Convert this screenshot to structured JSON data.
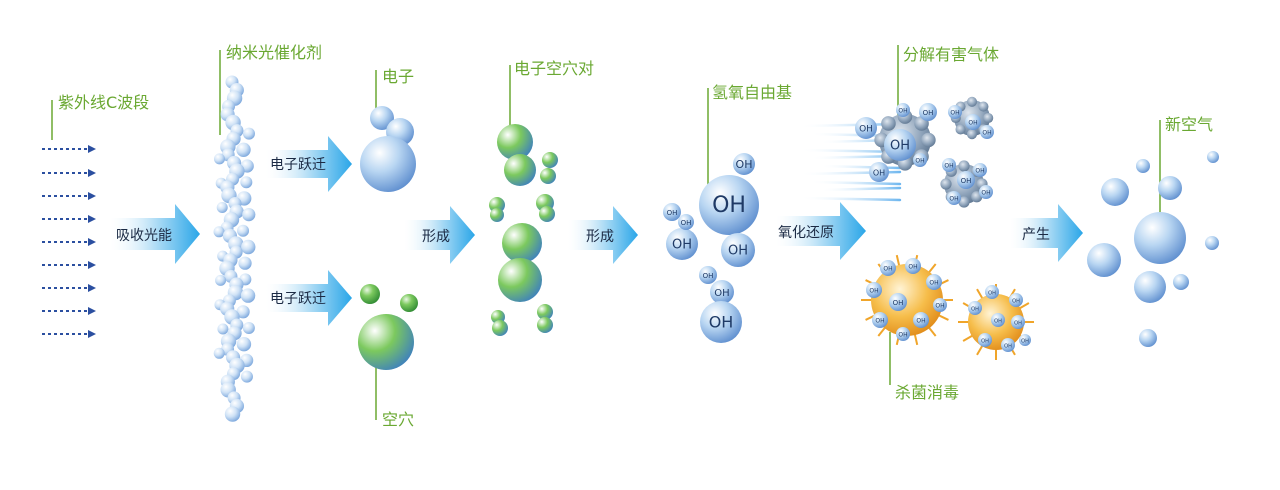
{
  "labels": {
    "uv": "紫外线C波段",
    "catalyst": "纳米光催化剂",
    "electron": "电子",
    "hole": "空穴",
    "pair": "电子空穴对",
    "radical": "氢氧自由基",
    "decompose": "分解有害气体",
    "sterilize": "杀菌消毒",
    "fresh_air": "新空气"
  },
  "arrows": {
    "absorb": "吸收光能",
    "transition_top": "电子跃迁",
    "transition_bottom": "电子跃迁",
    "form_1": "形成",
    "form_2": "形成",
    "redox": "氧化还原",
    "produce": "产生"
  },
  "oh_text": "OH",
  "colors": {
    "label_green": "#6aa832",
    "arrow_blue": "#2aa6e8",
    "sphere_blue": "#7fb0e0",
    "sphere_green": "#4caf3a",
    "bacteria_orange": "#f2a92a"
  }
}
